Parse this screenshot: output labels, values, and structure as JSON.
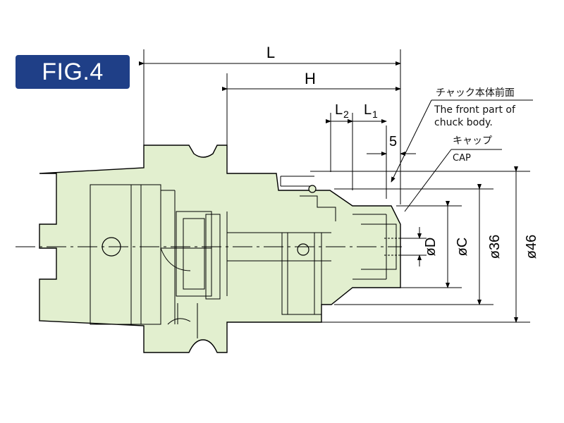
{
  "figure": {
    "label": "FIG.4",
    "badge_color": "#1f3f87",
    "body_color": "#e2efcf"
  },
  "dimensions": {
    "L": "L",
    "H": "H",
    "L1": "L",
    "L1_sub": "1",
    "L2": "L",
    "L2_sub": "2",
    "five": "5",
    "D": "øD",
    "C": "øC",
    "d36": "ø36",
    "d46": "ø46"
  },
  "notes": {
    "front_jp": "チャック本体前面",
    "front_en_1": "The front part of",
    "front_en_2": "chuck body.",
    "cap_jp": "キャップ",
    "cap_en": "CAP"
  }
}
